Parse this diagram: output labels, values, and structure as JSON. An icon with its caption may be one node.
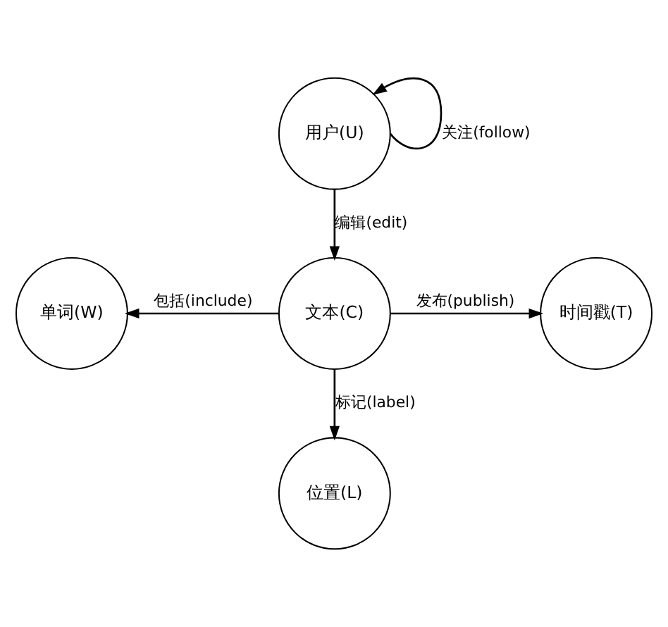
{
  "diagram": {
    "nodes": [
      {
        "text": [
          "用户(U)"
        ]
      },
      {
        "text": [
          "单词(W)"
        ]
      },
      {
        "text": [
          "文本(C)"
        ]
      },
      {
        "text": [
          "时间戳(T)"
        ]
      },
      {
        "text": [
          "位置(L)"
        ]
      }
    ],
    "edges": [
      {
        "from": 0,
        "to": 0,
        "arrow": "to",
        "label": "关注(follow)"
      },
      {
        "from": 0,
        "to": 2,
        "arrow": "to",
        "label": "编辑(edit)"
      },
      {
        "from": 2,
        "to": 1,
        "arrow": "to",
        "label": "包括(include)"
      },
      {
        "from": 2,
        "to": 3,
        "arrow": "to",
        "label": "发布(publish)"
      },
      {
        "from": 2,
        "to": 4,
        "arrow": "to",
        "label": "标记(label)"
      }
    ]
  }
}
